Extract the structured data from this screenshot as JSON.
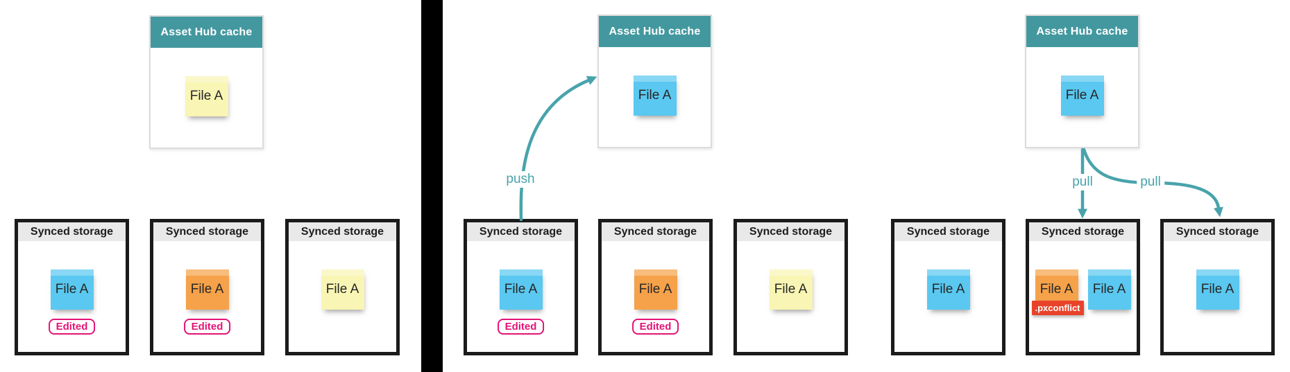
{
  "colors": {
    "cache_header_teal": "#43989f",
    "arrow_teal": "#48a3ab",
    "note_blue": "#5ac8f0",
    "note_yellow": "#f9f5b4",
    "note_orange": "#f5a24a",
    "badge_pink": "#e31377",
    "conflict_red": "#e8432a",
    "storage_header_gray": "#e9e9e9",
    "storage_border_black": "#1b1b1b",
    "divider_black": "#000000"
  },
  "panels": [
    {
      "cache": {
        "title": "Asset Hub cache",
        "notes": [
          {
            "label": "File A",
            "color": "yellow"
          }
        ]
      },
      "storages": [
        {
          "header": "Synced storage",
          "badge": "Edited",
          "notes": [
            {
              "label": "File A",
              "color": "blue"
            }
          ]
        },
        {
          "header": "Synced storage",
          "badge": "Edited",
          "notes": [
            {
              "label": "File A",
              "color": "orange"
            }
          ]
        },
        {
          "header": "Synced storage",
          "notes": [
            {
              "label": "File A",
              "color": "yellow"
            }
          ]
        }
      ]
    },
    {
      "cache": {
        "title": "Asset Hub cache",
        "notes": [
          {
            "label": "File A",
            "color": "blue"
          }
        ]
      },
      "arrows": [
        {
          "label": "push"
        }
      ],
      "storages": [
        {
          "header": "Synced storage",
          "badge": "Edited",
          "notes": [
            {
              "label": "File A",
              "color": "blue"
            }
          ]
        },
        {
          "header": "Synced storage",
          "badge": "Edited",
          "notes": [
            {
              "label": "File A",
              "color": "orange"
            }
          ]
        },
        {
          "header": "Synced storage",
          "notes": [
            {
              "label": "File A",
              "color": "yellow"
            }
          ]
        }
      ]
    },
    {
      "cache": {
        "title": "Asset Hub cache",
        "notes": [
          {
            "label": "File A",
            "color": "blue"
          }
        ]
      },
      "arrows": [
        {
          "label": "pull"
        },
        {
          "label": "pull"
        }
      ],
      "storages": [
        {
          "header": "Synced storage",
          "notes": [
            {
              "label": "File A",
              "color": "blue"
            }
          ]
        },
        {
          "header": "Synced storage",
          "notes": [
            {
              "label": "File A",
              "color": "orange",
              "tag": ".pxconflict"
            },
            {
              "label": "File A",
              "color": "blue"
            }
          ]
        },
        {
          "header": "Synced storage",
          "notes": [
            {
              "label": "File A",
              "color": "blue"
            }
          ]
        }
      ]
    }
  ]
}
